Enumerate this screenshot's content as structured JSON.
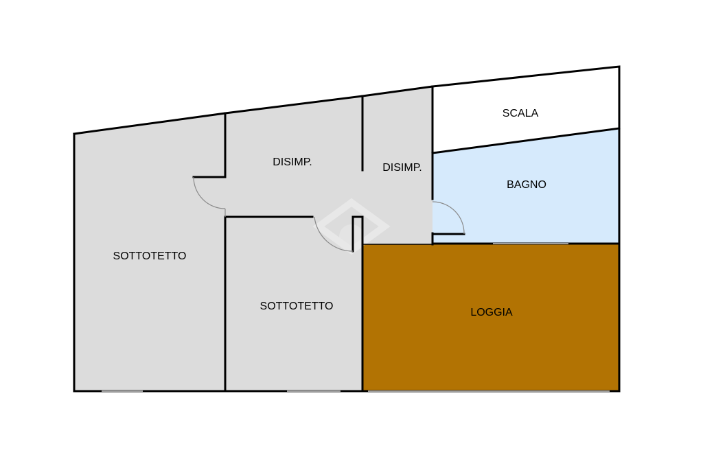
{
  "rooms": {
    "scala": "SCALA",
    "disimp_left": "DISIMP.",
    "disimp_right": "DISIMP.",
    "bagno": "BAGNO",
    "sottotetto_left": "SOTTOTETTO",
    "sottotetto_center": "SOTTOTETTO",
    "loggia": "LOGGIA"
  },
  "colors": {
    "gray_room": "#dcdcdc",
    "bagno_fill": "#d6eafc",
    "loggia_fill": "#b27303",
    "wall": "#000000",
    "scala_fill": "#ffffff"
  }
}
